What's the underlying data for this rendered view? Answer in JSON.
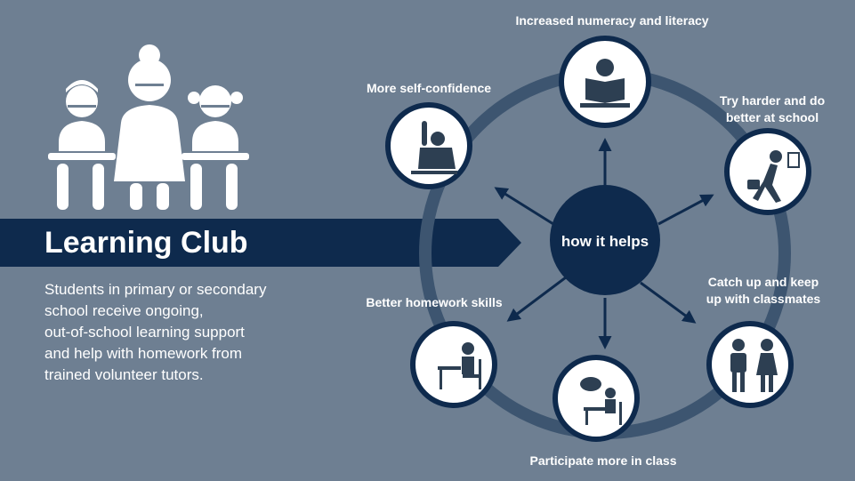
{
  "header": {
    "title": "Learning Club"
  },
  "description": [
    "Students in primary or secondary",
    "school receive ongoing,",
    "out-of-school learning support",
    "and help with homework from",
    "trained volunteer tutors."
  ],
  "diagram": {
    "center": "how it helps",
    "benefits": [
      {
        "icon": "reading-student-icon",
        "lines": [
          "Increased numeracy and literacy"
        ]
      },
      {
        "icon": "running-student-briefcase-icon",
        "lines": [
          "Try harder and do",
          "better at school"
        ]
      },
      {
        "icon": "boy-and-girl-icon",
        "lines": [
          "Catch up and keep",
          "up with classmates"
        ]
      },
      {
        "icon": "student-speaking-icon",
        "lines": [
          "Participate more in class"
        ]
      },
      {
        "icon": "student-at-desk-icon",
        "lines": [
          "Better homework skills"
        ]
      },
      {
        "icon": "raised-hand-icon",
        "lines": [
          "More self-confidence"
        ]
      }
    ]
  },
  "colors": {
    "background": "#6e7f92",
    "navy": "#0e2a4d",
    "ring": "#3d5570",
    "white": "#ffffff"
  }
}
